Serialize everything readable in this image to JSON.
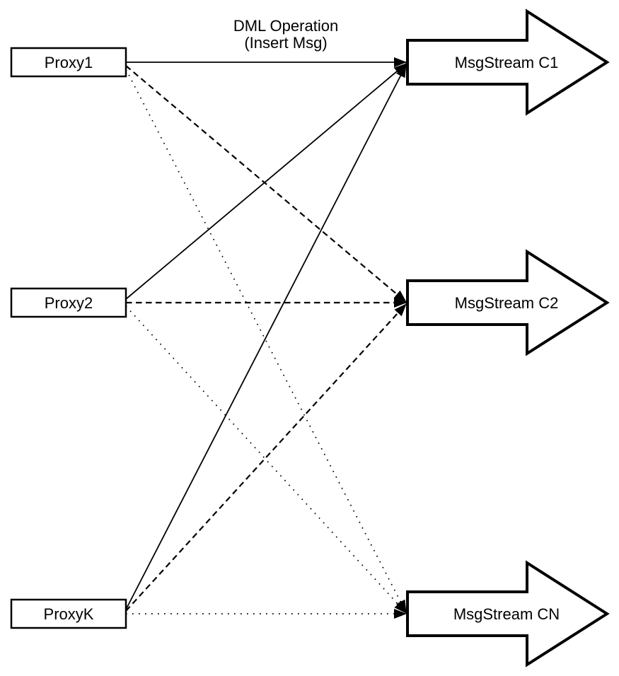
{
  "title": {
    "line1": "DML Operation",
    "line2": "(Insert Msg)"
  },
  "proxies": [
    {
      "label": "Proxy1"
    },
    {
      "label": "Proxy2"
    },
    {
      "label": "ProxyK"
    }
  ],
  "streams": [
    {
      "label": "MsgStream C1"
    },
    {
      "label": "MsgStream C2"
    },
    {
      "label": "MsgStream CN"
    }
  ],
  "edges": [
    {
      "from": "Proxy1",
      "to": "MsgStream C1",
      "style": "solid"
    },
    {
      "from": "Proxy1",
      "to": "MsgStream C2",
      "style": "dashed"
    },
    {
      "from": "Proxy1",
      "to": "MsgStream CN",
      "style": "dotted"
    },
    {
      "from": "Proxy2",
      "to": "MsgStream C1",
      "style": "solid"
    },
    {
      "from": "Proxy2",
      "to": "MsgStream C2",
      "style": "dashed"
    },
    {
      "from": "Proxy2",
      "to": "MsgStream CN",
      "style": "dotted"
    },
    {
      "from": "ProxyK",
      "to": "MsgStream C1",
      "style": "solid"
    },
    {
      "from": "ProxyK",
      "to": "MsgStream C2",
      "style": "dashed"
    },
    {
      "from": "ProxyK",
      "to": "MsgStream CN",
      "style": "dotted"
    }
  ],
  "colors": {
    "ink": "#000000",
    "background": "#ffffff",
    "shape_fill": "#ffffff"
  }
}
